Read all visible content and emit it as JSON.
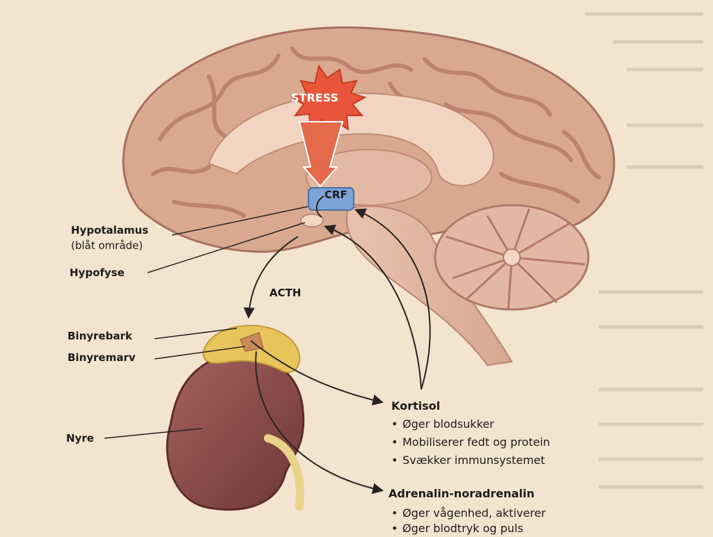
{
  "labels": {
    "stress": "STRESS",
    "crf": "CRF",
    "hypotalamus": "Hypotalamus",
    "hypotalamus_note": "(blåt område)",
    "hypofyse": "Hypofyse",
    "acth": "ACTH",
    "binyrebark": "Binyrebark",
    "binyremarv": "Binyremarv",
    "nyre": "Nyre"
  },
  "kortisol": {
    "title": "Kortisol",
    "effects": [
      "Øger blodsukker",
      "Mobiliserer fedt og protein",
      "Svækker immunsystemet"
    ]
  },
  "adrenalin": {
    "title": "Adrenalin-noradrenalin",
    "effects": [
      "Øger vågenhed, aktiverer",
      "Øger blodtryk og puls"
    ]
  },
  "colors": {
    "background": "#f3e4d0",
    "brain": "#d8a98f",
    "brain_fold": "#b67c68",
    "stress_burst": "#e8553a",
    "hypothalamus_blue": "#7ea3d6",
    "kidney": "#8a4a48",
    "adrenal": "#e7c55a",
    "cerebellum": "#e2b8a4"
  }
}
